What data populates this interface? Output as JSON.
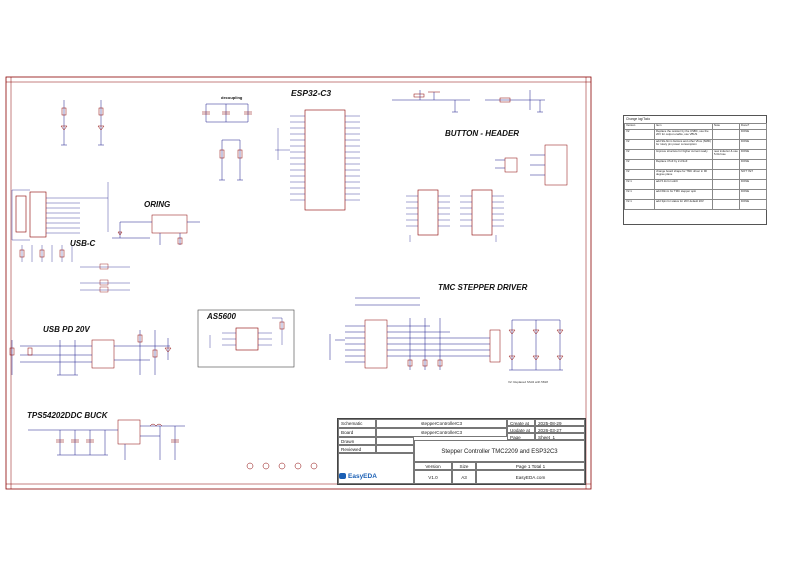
{
  "sections": {
    "esp32": "ESP32-C3",
    "button_header": "BUTTON - HEADER",
    "decoupling": "decoupling",
    "oring": "ORING",
    "usb_c": "USB-C",
    "as5600": "AS5600",
    "usb_pd": "USB PD 20V",
    "tmc": "TMC STEPPER DRIVER",
    "buck": "TPS54202DDC BUCK"
  },
  "notes": {
    "tmc_replaced": "V2: Replaced SS34 with 5818"
  },
  "changelog": {
    "title": "Change log/Todo",
    "columns": [
      "Version",
      "Item",
      "Note",
      "Done?"
    ],
    "rows": [
      [
        "V2",
        "Replace the resistor by the USBC, use the 20V for output enable, use VBUS",
        "",
        "DONE"
      ],
      [
        "V2",
        "add 9G-6mm buttons and other Vbus (SMD) for rotary pin power consumption",
        "",
        "DONE"
      ],
      [
        "V2",
        "Improve structure for higher current ready",
        "new inductor & use 5.0A fuse",
        "DONE"
      ],
      [
        "V2",
        "Replace 47uF by 2.2/2uF",
        "",
        "DONE"
      ],
      [
        "V2",
        "change board shape for TMC driver in 90 degree plane",
        "",
        "NOT YET"
      ],
      [
        "V2.1",
        "add 5.1k for usbC",
        "",
        "DONE"
      ],
      [
        "V2.1",
        "add 60mm for TMC stepper opin",
        "",
        "DONE"
      ],
      [
        "V2.1",
        "add 3pin  for status for 20V default 20V",
        "",
        "DONE"
      ]
    ]
  },
  "title_block": {
    "schematic_label": "Schematic",
    "schematic_value": "stepperControllerC3",
    "board_label": "Board",
    "board_value": "stepperControllerC3",
    "drawn_label": "Drawn",
    "reviewed_label": "Reviewed",
    "created_label": "Create at",
    "created_value": "2025-08-29",
    "updated_label": "Update at",
    "updated_value": "2026-03-27",
    "page_label": "Page",
    "page_value": "Sheet_1",
    "description": "Stepper Controller TMC2209 and ESP32C3",
    "version_label": "Version",
    "size_label": "Size",
    "version_value": "V1.0",
    "size_value": "A3",
    "page_total": "Page  1  Total  1",
    "site": "EasyEDA.com",
    "logo": "EasyEDA"
  },
  "colors": {
    "wire": "#1a1a8c",
    "component": "#8b0000",
    "border": "#8b0000",
    "net_label": "#1a1a8c",
    "logo": "#1a5fb4"
  }
}
